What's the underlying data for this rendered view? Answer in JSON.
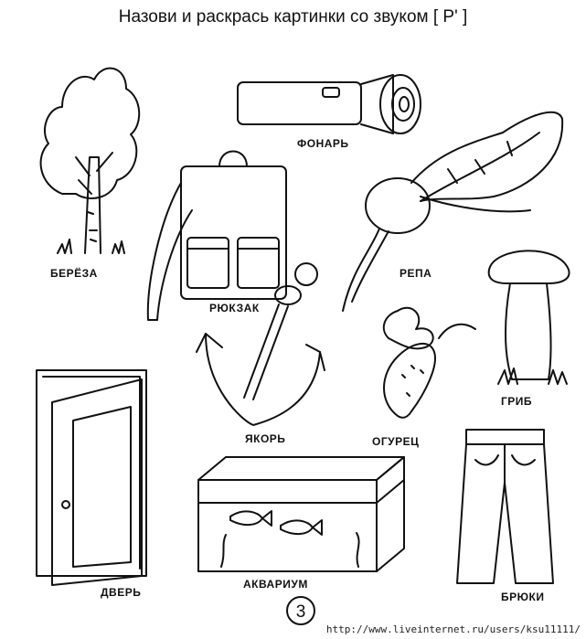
{
  "title": "Назови и раскрась картинки со звуком  [ Р' ]",
  "labels": {
    "birch": "БЕРЁЗА",
    "flashlight": "ФОНАРЬ",
    "backpack": "РЮКЗАК",
    "turnip": "РЕПА",
    "mushroom": "ГРИБ",
    "anchor": "ЯКОРЬ",
    "cucumber": "ОГУРЕЦ",
    "door": "ДВЕРЬ",
    "aquarium": "АКВАРИУМ",
    "trousers": "БРЮКИ"
  },
  "page_number": "3",
  "watermark": "http://www.liveinternet.ru/users/ksu11111/"
}
